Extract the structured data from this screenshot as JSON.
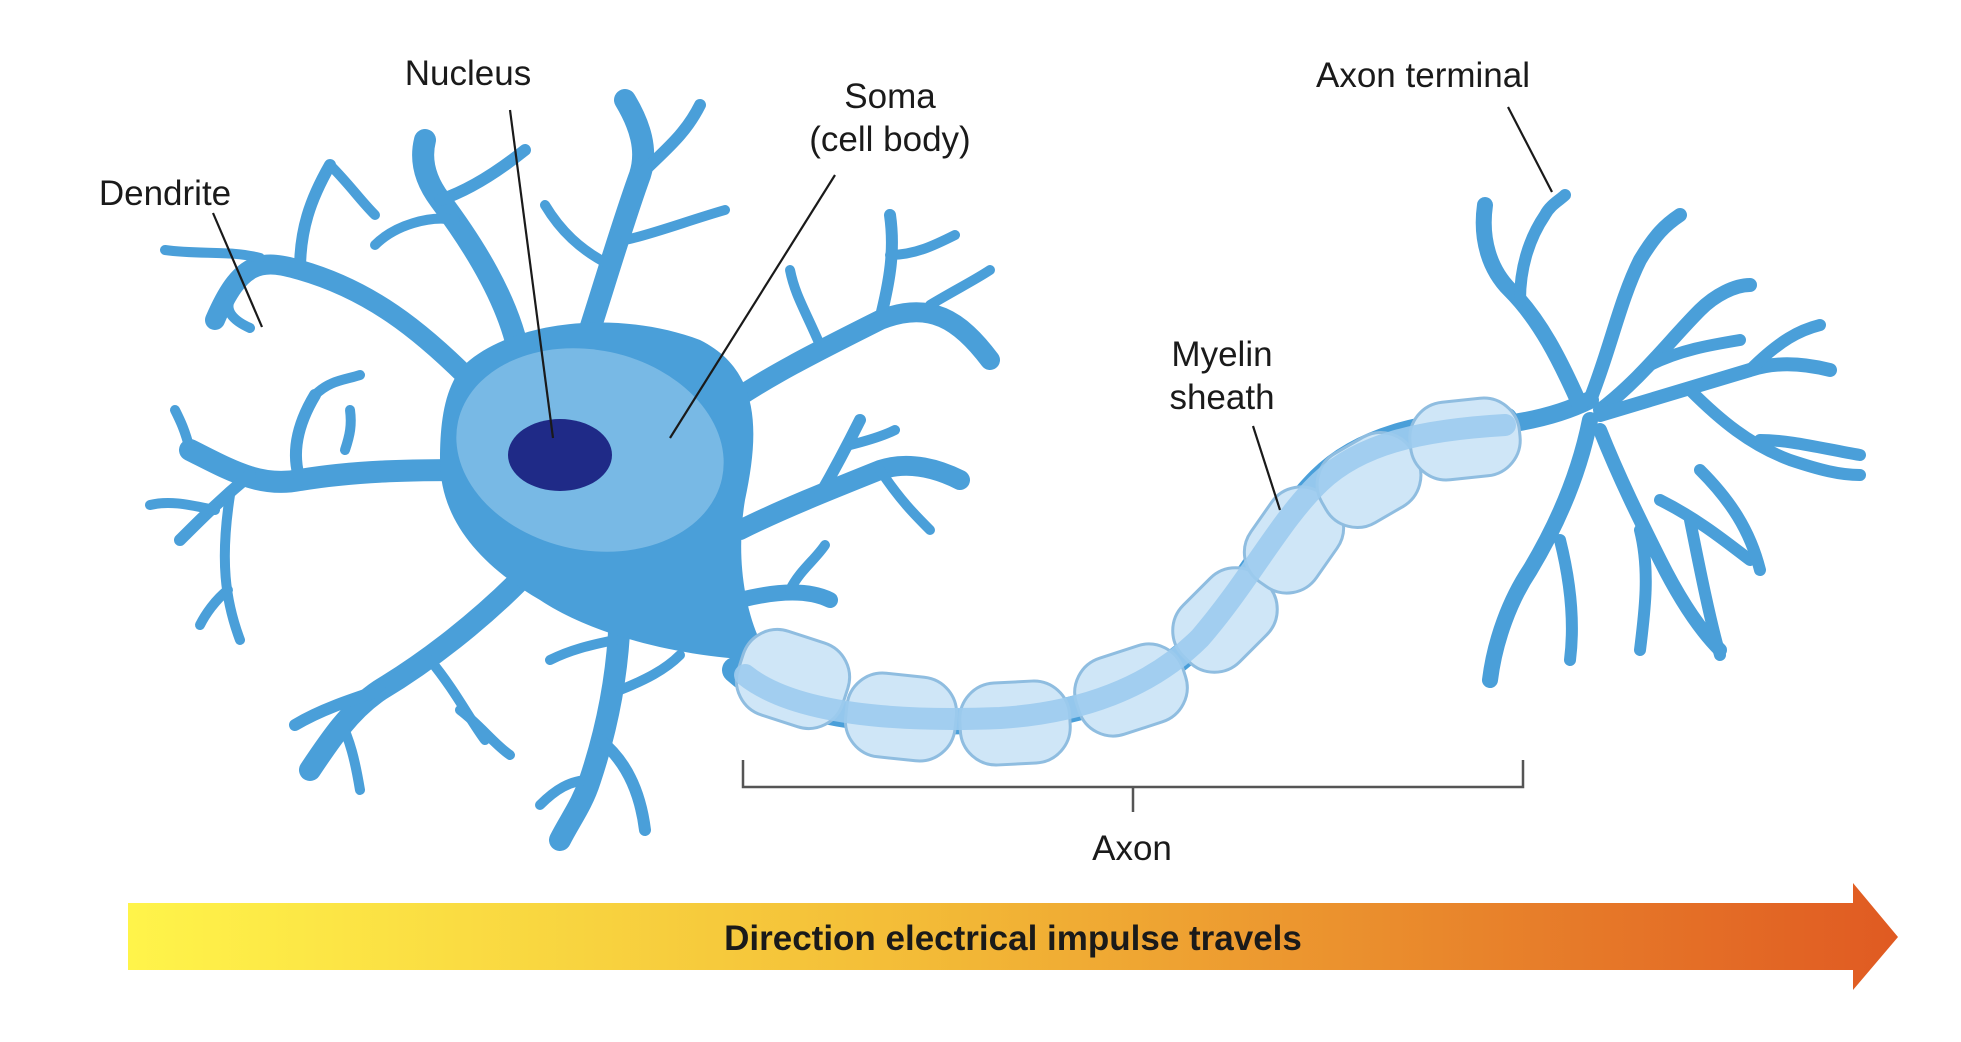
{
  "colors": {
    "neuron": "#4a9fd9",
    "soma_inner": "#7dbbe6",
    "nucleus": "#1f2a87",
    "myelin_fill": "#cfe6f7",
    "myelin_edge": "#8fbde0",
    "arrow_start": "#fff44a",
    "arrow_end": "#e05a22"
  },
  "labels": {
    "nucleus": "Nucleus",
    "dendrite": "Dendrite",
    "soma_line1": "Soma",
    "soma_line2": "(cell body)",
    "axon_terminal": "Axon terminal",
    "myelin_line1": "Myelin",
    "myelin_line2": "sheath",
    "axon": "Axon"
  },
  "arrow": {
    "text": "Direction electrical impulse travels"
  }
}
